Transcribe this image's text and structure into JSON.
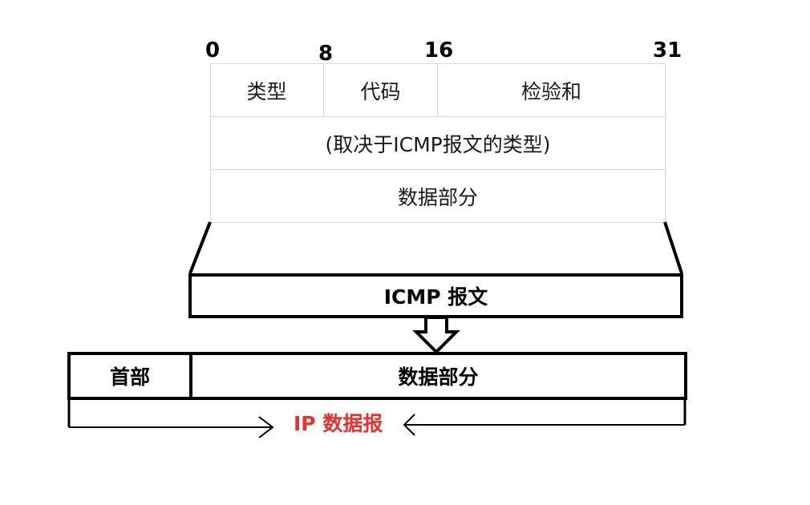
{
  "bit_positions": [
    "0",
    "8",
    "16",
    "31"
  ],
  "icmp_header": {
    "type_label": "类型",
    "code_label": "代码",
    "checksum_label": "检验和",
    "variable_row": "(取决于ICMP报文的类型)",
    "data_row": "数据部分"
  },
  "icmp_message_label": "ICMP 报文",
  "ip_datagram": {
    "header_label": "首部",
    "data_label": "数据部分",
    "span_label": "IP 数据报"
  },
  "colors": {
    "line": "#000000",
    "table_border": "#d6d6d6",
    "caption": "#e8322b"
  }
}
